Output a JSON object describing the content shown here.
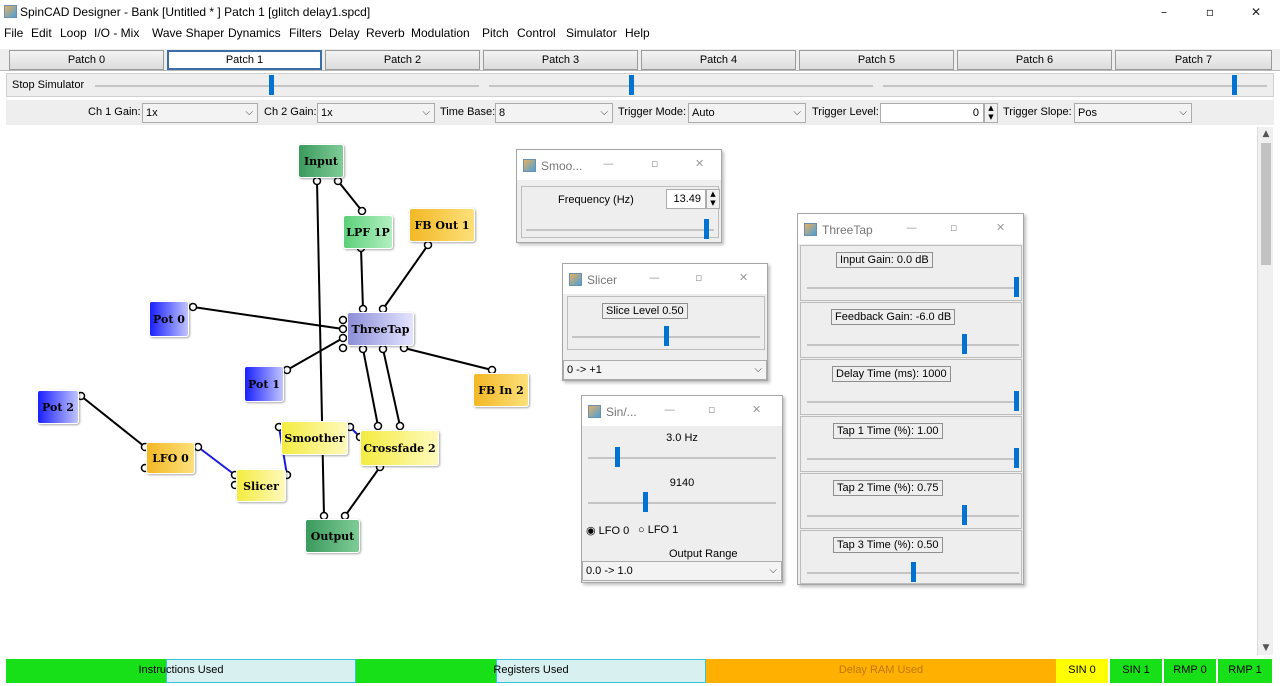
{
  "window": {
    "title": "SpinCAD Designer - Bank [Untitled * ] Patch 1 [glitch delay1.spcd]",
    "minimize": "–",
    "restore": "▫",
    "close": "✕"
  },
  "menu": [
    "File",
    "Edit",
    "Loop",
    "I/O - Mix",
    "Wave Shaper",
    "Dynamics",
    "Filters",
    "Delay",
    "Reverb",
    "Modulation",
    "Pitch",
    "Control",
    "Simulator",
    "Help"
  ],
  "tabs": [
    "Patch 0",
    "Patch 1",
    "Patch 2",
    "Patch 3",
    "Patch 4",
    "Patch 5",
    "Patch 6",
    "Patch 7"
  ],
  "selected_tab": "Patch 1",
  "simulator": {
    "button": "Stop Simulator",
    "slider1": 0.46,
    "slider2": 0.37,
    "slider3": 0.92
  },
  "scope": {
    "ch1_label": "Ch 1 Gain:",
    "ch1_value": "1x",
    "ch2_label": "Ch 2 Gain:",
    "ch2_value": "1x",
    "timebase_label": "Time Base:",
    "timebase_value": "8",
    "trigmode_label": "Trigger Mode:",
    "trigmode_value": "Auto",
    "triglevel_label": "Trigger Level:",
    "triglevel_value": "0",
    "trigslope_label": "Trigger Slope:",
    "trigslope_value": "Pos"
  },
  "blocks": {
    "input": "Input",
    "lpf": "LPF 1P",
    "fbout": "FB Out 1",
    "pot0": "Pot 0",
    "threetap": "ThreeTap",
    "pot1": "Pot 1",
    "fbin": "FB In 2",
    "pot2": "Pot 2",
    "lfo0": "LFO 0",
    "smoother": "Smoother",
    "crossfade": "Crossfade 2",
    "slicer": "Slicer",
    "output": "Output"
  },
  "smoother_win": {
    "title": "Smoo...",
    "freq_label": "Frequency (Hz)",
    "freq_value": "13.49",
    "slider": 0.97
  },
  "slicer_win": {
    "title": "Slicer",
    "level_label": "Slice Level 0.50",
    "slider": 0.5,
    "range_value": "0 -> +1"
  },
  "sin_win": {
    "title": "Sin/...",
    "freq_label": "3.0 Hz",
    "freq_slider": 0.15,
    "width_label": "9140",
    "width_slider": 0.3,
    "lfo0": "LFO 0",
    "lfo1": "LFO 1",
    "range_label": "Output Range",
    "range_value": "0.0 -> 1.0"
  },
  "threetap_win": {
    "title": "ThreeTap",
    "params": [
      {
        "label": "Input Gain:  0.0 dB",
        "slider": 1.0
      },
      {
        "label": "Feedback Gain:  -6.0 dB",
        "slider": 0.75
      },
      {
        "label": "Delay Time (ms):  1000",
        "slider": 1.0
      },
      {
        "label": "Tap 1 Time (%):  1.00",
        "slider": 1.0
      },
      {
        "label": "Tap 2 Time (%):  0.75",
        "slider": 0.75
      },
      {
        "label": "Tap 3 Time (%):  0.50",
        "slider": 0.5
      }
    ]
  },
  "status": {
    "instructions": "Instructions Used",
    "registers": "Registers Used",
    "delay_ram": "Delay RAM Used",
    "sin0": "SIN 0",
    "sin1": "SIN 1",
    "rmp0": "RMP 0",
    "rmp1": "RMP 1"
  },
  "colors": {
    "status_green": "#18e018",
    "status_orange": "#ffb000",
    "status_yellow": "#ffff00",
    "slider_thumb": "#0073d2",
    "wire_black": "#000000",
    "wire_blue": "#1a1adc"
  }
}
